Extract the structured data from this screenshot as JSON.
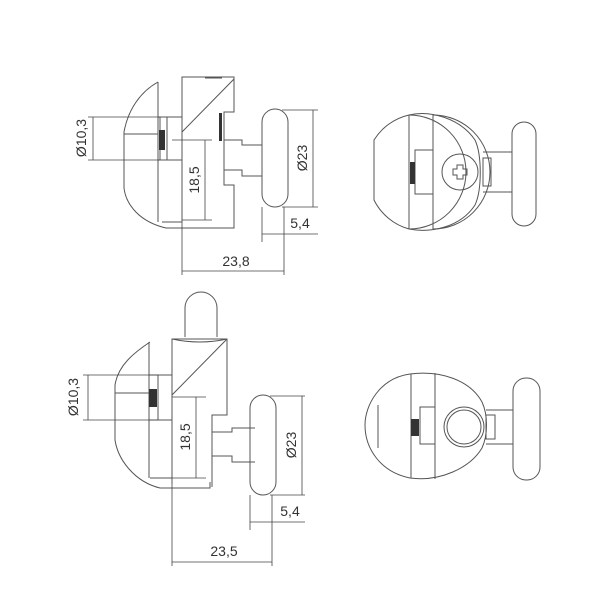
{
  "drawing": {
    "title": "Shower door roller technical drawing",
    "views": [
      {
        "name": "top-side-view",
        "dimensions": {
          "glass_hole_diameter": "Ø10,3",
          "height_to_axis": "18,5",
          "wheel_diameter": "Ø23",
          "wheel_width": "5,4",
          "depth": "23,8"
        }
      },
      {
        "name": "top-front-view",
        "features": [
          "phillips-screw"
        ]
      },
      {
        "name": "bottom-side-view",
        "dimensions": {
          "glass_hole_diameter": "Ø10,3",
          "height_to_axis": "18,5",
          "wheel_diameter": "Ø23",
          "wheel_width": "5,4",
          "depth": "23,5"
        }
      },
      {
        "name": "bottom-front-view",
        "features": [
          "round-button"
        ]
      }
    ]
  }
}
